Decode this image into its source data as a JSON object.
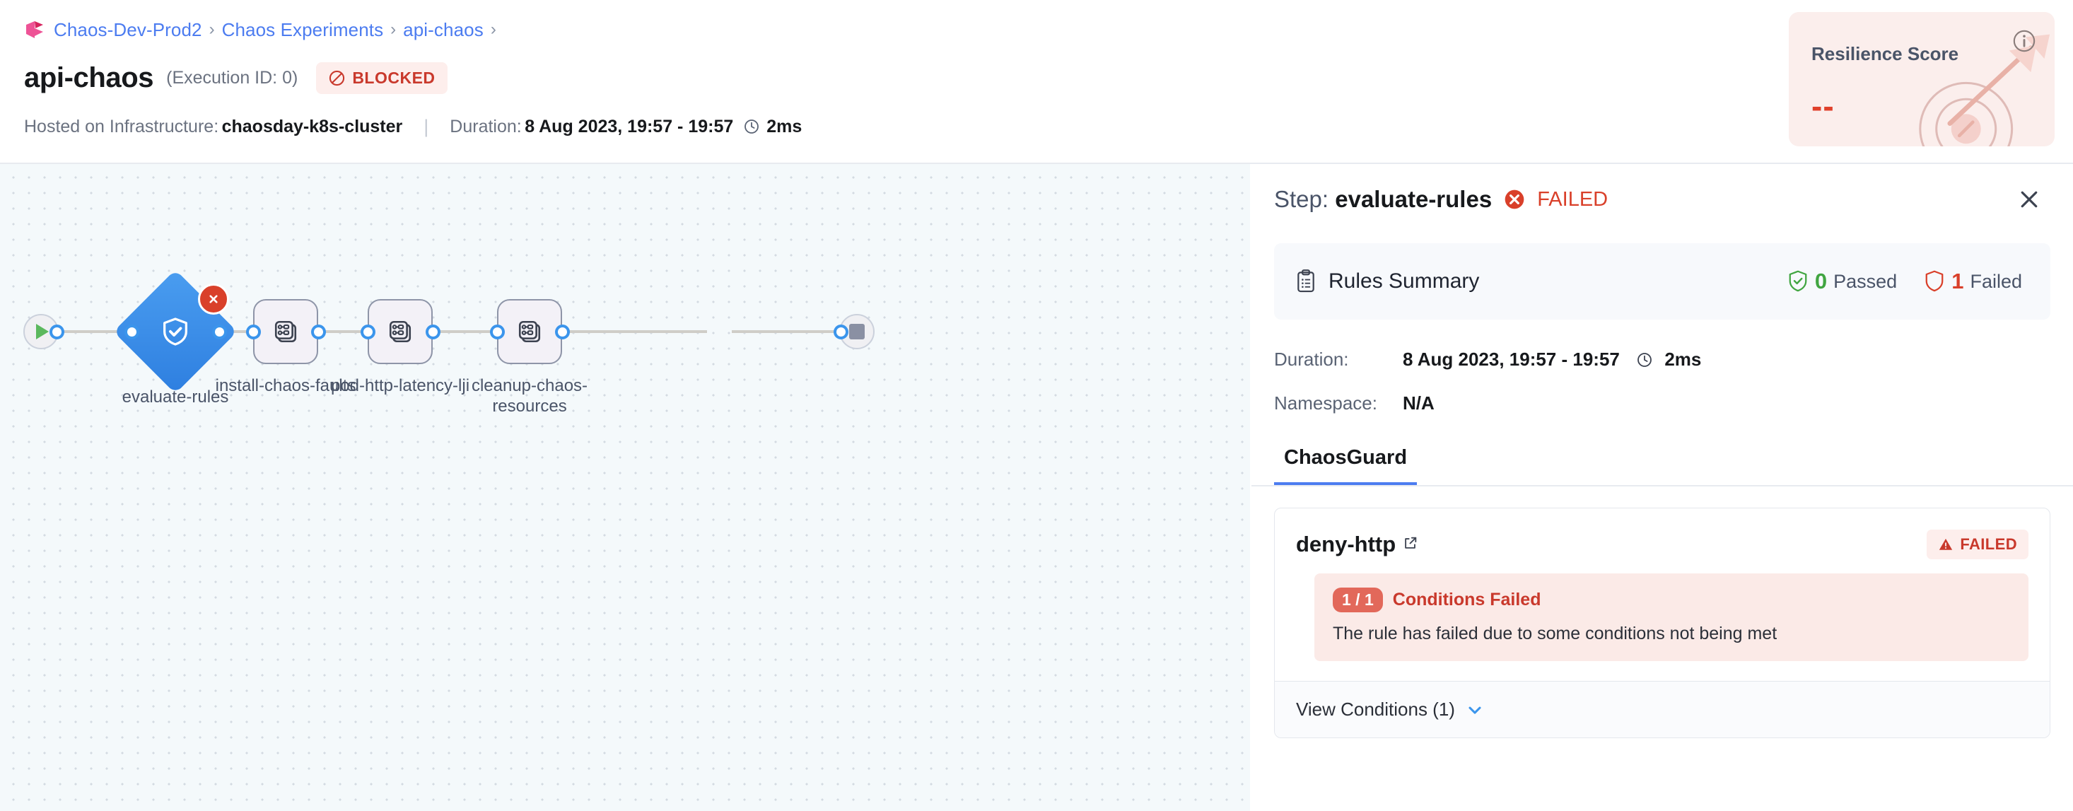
{
  "breadcrumb": {
    "logo_icon": "harness-chaos-logo-icon",
    "items": [
      "Chaos-Dev-Prod2",
      "Chaos Experiments",
      "api-chaos"
    ],
    "separator": "›",
    "trailing_separator": "›"
  },
  "header": {
    "title": "api-chaos",
    "execution_id": "(Execution ID: 0)",
    "status_badge": {
      "label": "BLOCKED",
      "icon": "blocked-circle-slash-icon",
      "color": "#c9392c",
      "bg": "#fdeeec"
    },
    "infra_label": "Hosted on Infrastructure:",
    "infra_value": "chaosday-k8s-cluster",
    "divider": "|",
    "duration_label": "Duration:",
    "duration_value": "8 Aug 2023, 19:57 - 19:57",
    "duration_time": "2ms",
    "clock_icon": "clock-icon"
  },
  "resilience": {
    "title": "Resilience Score",
    "value": "--",
    "info_icon": "info-icon",
    "art_icon": "dartboard-arrow-icon",
    "bg": "#fbeeec",
    "value_color": "#e0402b"
  },
  "pipeline": {
    "start_icon": "play-icon",
    "end_icon": "stop-icon",
    "nodes": [
      {
        "id": "evaluate-rules",
        "label": "evaluate-rules",
        "type": "diamond",
        "icon": "shield-check-icon",
        "status": "failed",
        "status_icon": "error-x-icon"
      },
      {
        "id": "install-chaos-faults",
        "label": "install-chaos-faults",
        "type": "step",
        "icon": "chaos-experiment-icon"
      },
      {
        "id": "pod-http-latency-lji",
        "label": "pod-http-latency-lji",
        "type": "step",
        "icon": "chaos-experiment-icon"
      },
      {
        "id": "cleanup-chaos-resources",
        "label": "cleanup-chaos-resources",
        "type": "step",
        "icon": "chaos-experiment-icon"
      }
    ]
  },
  "panel": {
    "step_prefix": "Step:",
    "step_name": "evaluate-rules",
    "status": "FAILED",
    "status_icon": "error-x-icon",
    "close_icon": "close-icon",
    "rules_summary": {
      "icon": "clipboard-icon",
      "title": "Rules Summary",
      "passed_count": "0",
      "passed_label": "Passed",
      "passed_icon": "shield-check-icon",
      "failed_count": "1",
      "failed_label": "Failed",
      "failed_icon": "shield-icon"
    },
    "details": [
      {
        "key": "Duration:",
        "value": "8 Aug 2023, 19:57 - 19:57",
        "extra": "2ms",
        "icon": "clock-icon"
      },
      {
        "key": "Namespace:",
        "value": "N/A",
        "extra": "",
        "icon": ""
      }
    ],
    "tabs": [
      {
        "label": "ChaosGuard",
        "active": true
      }
    ],
    "rule": {
      "name": "deny-http",
      "external_link_icon": "external-link-icon",
      "status": "FAILED",
      "status_icon": "warning-triangle-icon",
      "conditions_pill": "1 / 1",
      "conditions_label": "Conditions Failed",
      "conditions_message": "The rule has failed due to some conditions not being met",
      "view_conditions_label": "View Conditions (1)",
      "chevron_icon": "chevron-down-icon"
    }
  }
}
